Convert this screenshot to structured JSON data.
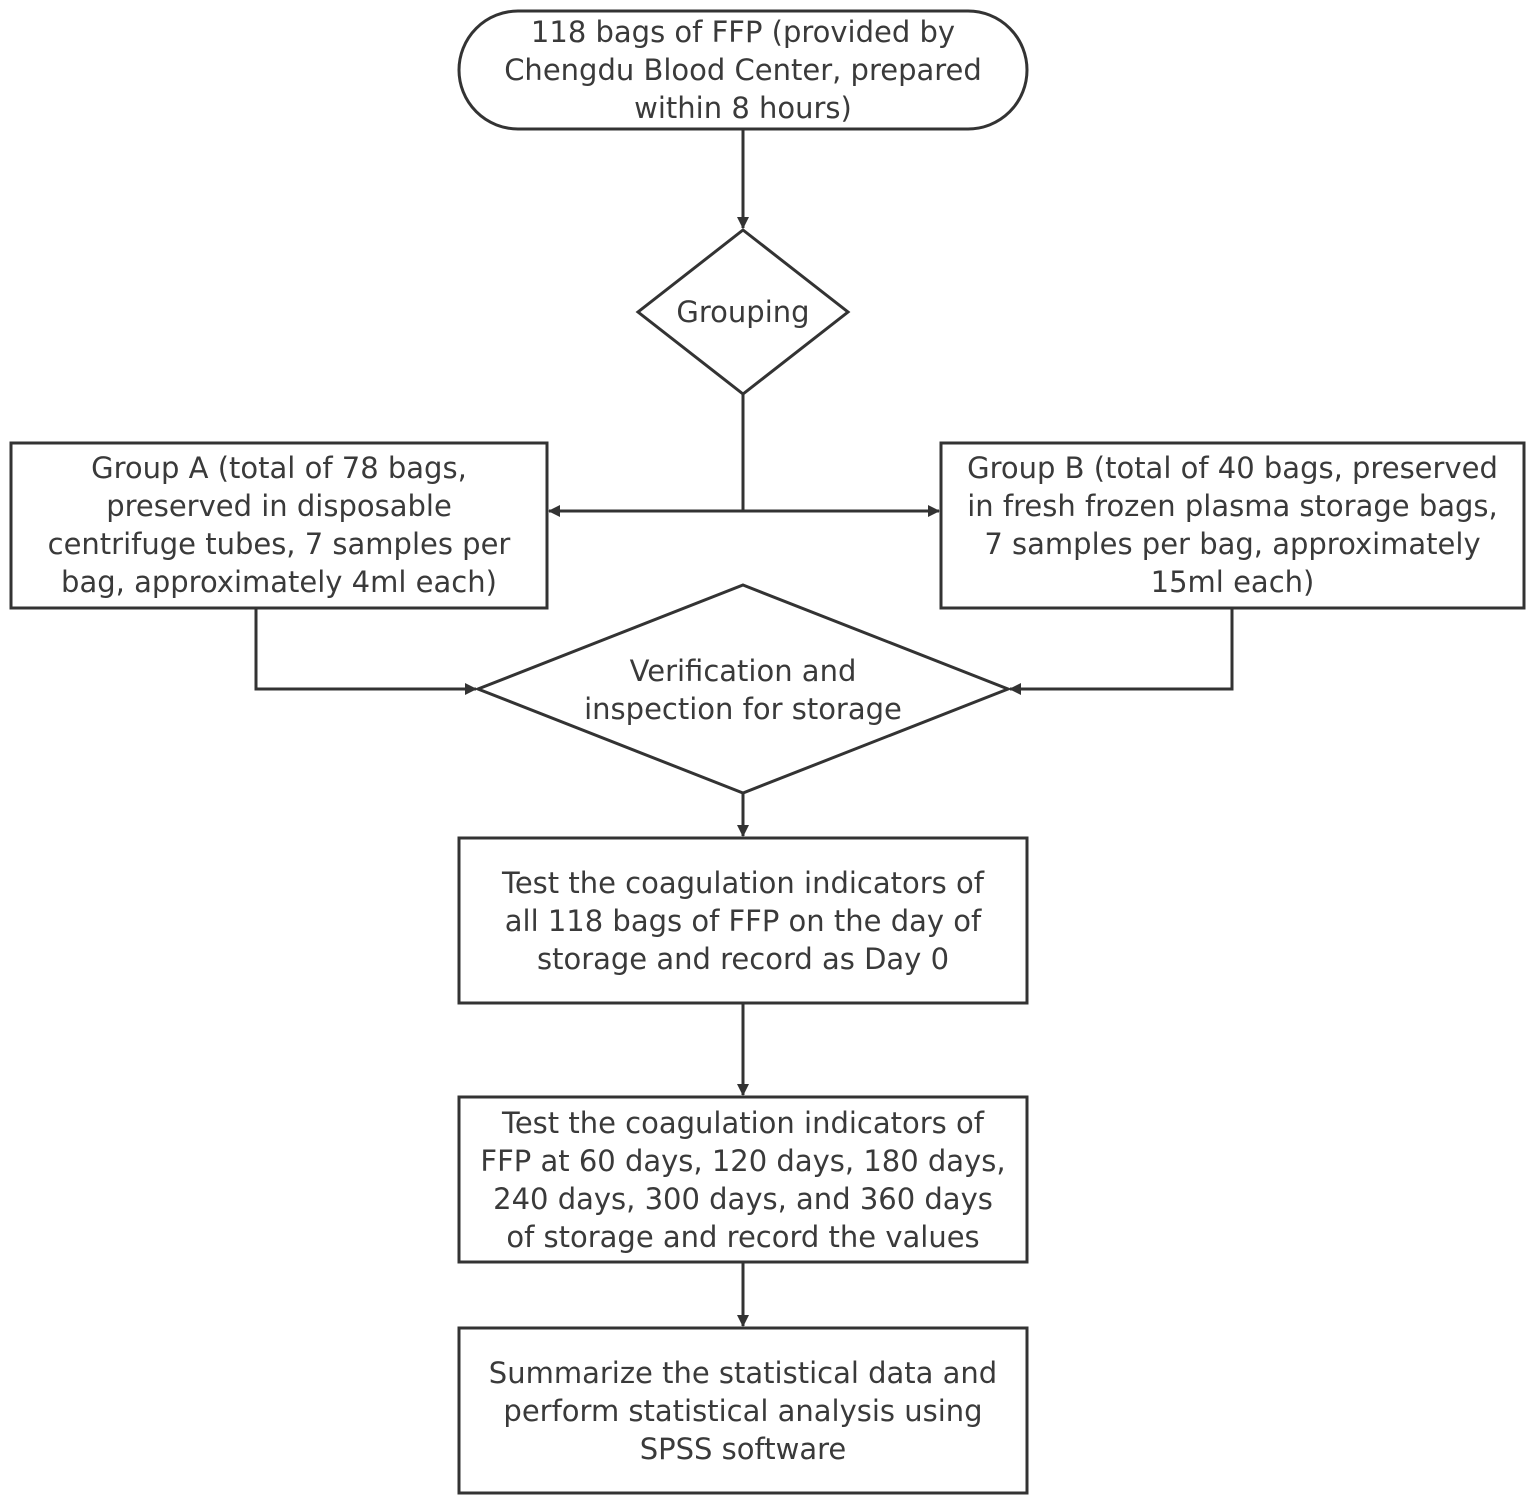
{
  "colors": {
    "stroke": "#333333",
    "text": "#3a3a3a",
    "background": "#ffffff"
  },
  "nodes": {
    "start": {
      "lines": [
        "118 bags of FFP (provided by",
        "Chengdu Blood Center, prepared",
        "within 8 hours)"
      ]
    },
    "grouping": {
      "lines": [
        "Grouping"
      ]
    },
    "group_a": {
      "lines": [
        "Group A (total of 78 bags,",
        "preserved in disposable",
        "centrifuge tubes, 7 samples per",
        "bag, approximately 4ml each)"
      ]
    },
    "group_b": {
      "lines": [
        "Group B (total of 40 bags, preserved",
        "in fresh frozen plasma storage bags,",
        "7 samples per bag, approximately",
        "15ml each)"
      ]
    },
    "verification": {
      "lines": [
        "Verification and",
        "inspection for storage"
      ]
    },
    "test_day0": {
      "lines": [
        "Test the coagulation indicators of",
        "all 118 bags of FFP on the day of",
        "storage and record as Day 0"
      ]
    },
    "test_periodic": {
      "lines": [
        "Test the coagulation indicators of",
        "FFP at 60 days, 120 days, 180 days,",
        "240 days, 300 days, and 360 days",
        "of storage and record the values"
      ]
    },
    "summary": {
      "lines": [
        "Summarize the statistical data and",
        "perform statistical analysis using",
        "SPSS software"
      ]
    }
  }
}
